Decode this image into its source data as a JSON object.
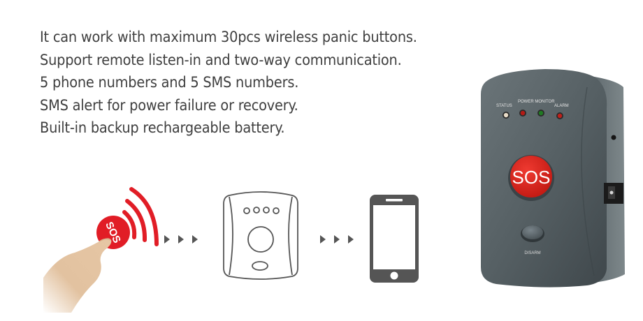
{
  "features": [
    "It can work with maximum 30pcs wireless panic buttons.",
    "Support remote listen-in and two-way communication.",
    "5 phone numbers and 5 SMS numbers.",
    "SMS alert for power failure or recovery.",
    "Built-in backup rechargeable battery."
  ],
  "flow": {
    "panic_button_label": "SOS",
    "icons": [
      "hand-pressing-sos-icon",
      "wireless-signal-icon",
      "arrow-icon",
      "base-unit-outline-icon",
      "arrow-icon",
      "smartphone-icon"
    ]
  },
  "device": {
    "indicators": [
      {
        "label": "STATUS",
        "color": "#e8dcc8"
      },
      {
        "label": "POWER",
        "color": "#b51a14"
      },
      {
        "label": "MONITOR",
        "color": "#1f7a22"
      },
      {
        "label": "ALARM",
        "color": "#c0201a"
      }
    ],
    "indicator_group_label": "POWER  MONITOR",
    "status_label": "STATUS",
    "alarm_label": "ALARM",
    "sos_button_label": "SOS",
    "disarm_label": "DISARM"
  },
  "colors": {
    "text": "#3f3f3f",
    "accent_red": "#e11d26",
    "device_body": "#5b6468",
    "icon_gray": "#555555"
  }
}
